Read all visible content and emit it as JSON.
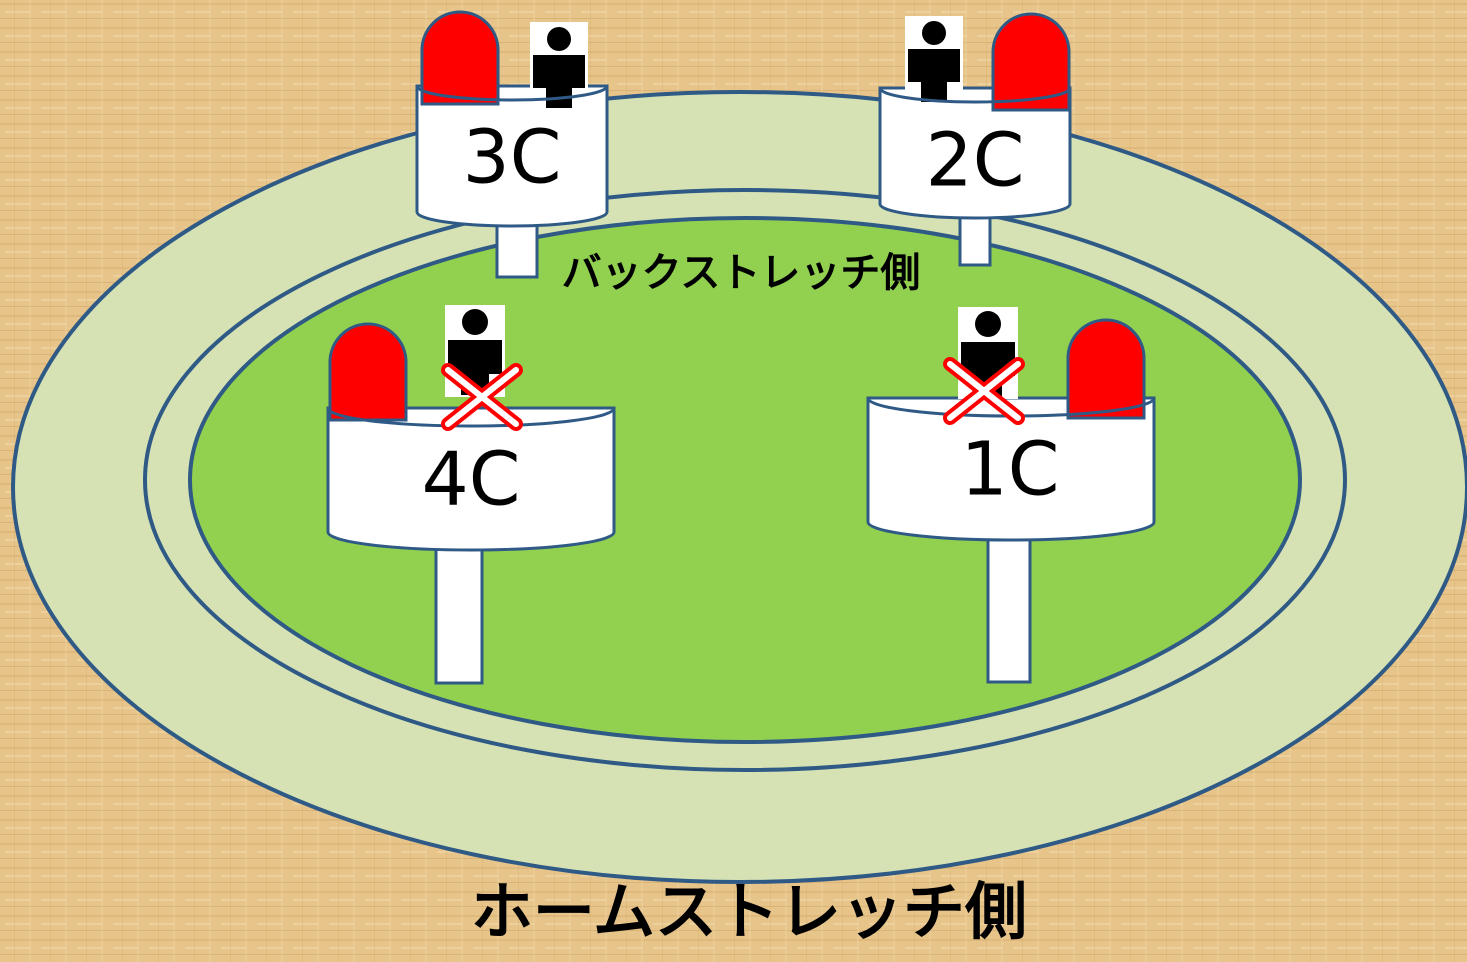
{
  "labels": {
    "back_stretch": "バックストレッチ側",
    "home_stretch": "ホームストレッチ側"
  },
  "towers": [
    {
      "id": "3C",
      "label": "3C",
      "staffed": true
    },
    {
      "id": "2C",
      "label": "2C",
      "staffed": true
    },
    {
      "id": "4C",
      "label": "4C",
      "staffed": false
    },
    {
      "id": "1C",
      "label": "1C",
      "staffed": false
    }
  ],
  "colors": {
    "background": "#e6c48a",
    "track_outer": "#d6e2b4",
    "track_lines": "#2f5a86",
    "infield": "#92d050",
    "lamp": "#ff0000",
    "tower_body": "#ffffff",
    "person": "#000000",
    "cross": "#ff0000"
  },
  "icons": {
    "lamp": "red-lamp-icon",
    "person": "person-icon",
    "cross": "cross-mark-icon"
  }
}
